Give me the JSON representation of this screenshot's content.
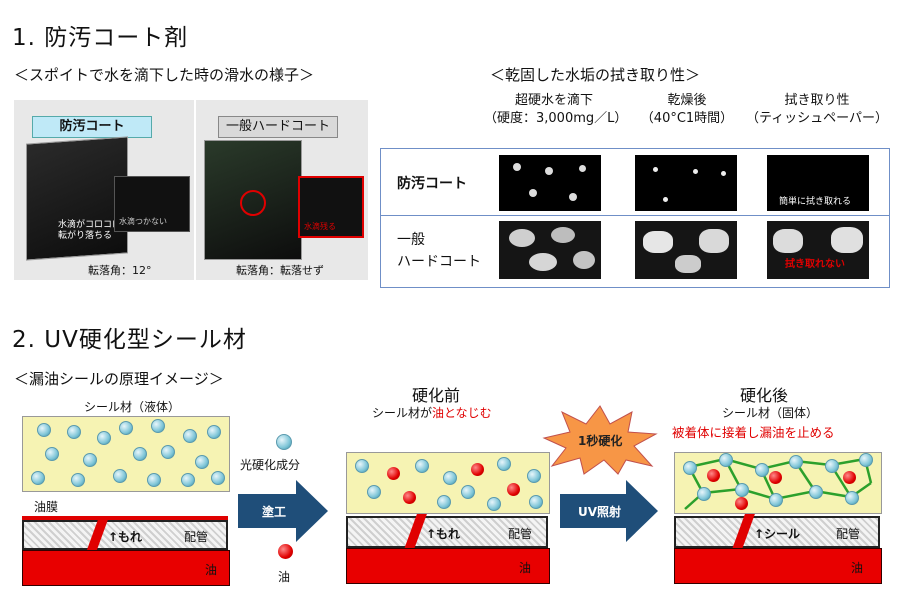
{
  "section1": {
    "title": "1. 防汚コート剤",
    "left_subtitle": "＜スポイトで水を滴下した時の滑水の様子＞",
    "right_subtitle": "＜乾固した水垢の拭き取り性＞",
    "photo_left": {
      "label": "防汚コート",
      "caption": "転落角：12°",
      "note": "水滴がコロコロ転がり落ちる",
      "inset": "水滴つかない"
    },
    "photo_right": {
      "label": "一般ハードコート",
      "caption": "転落角：転落せず",
      "inset": "水滴残る"
    },
    "table": {
      "columns": [
        {
          "line1": "超硬水を滴下",
          "line2": "（硬度：3,000mg／L）"
        },
        {
          "line1": "乾燥後",
          "line2": "（40°C1時間）"
        },
        {
          "line1": "拭き取り性",
          "line2": "（ティッシュペーパー）"
        }
      ],
      "rows": [
        {
          "label1": "防汚コート",
          "label2": "",
          "cell3_text": "簡単に拭き取れる"
        },
        {
          "label1": "一般",
          "label2": "ハードコート",
          "cell3_text": "拭き取れない"
        }
      ]
    }
  },
  "section2": {
    "title": "2. UV硬化型シール材",
    "subtitle": "＜漏油シールの原理イメージ＞",
    "panel1": {
      "label": "シール材（液体）",
      "film": "油膜",
      "leak": "↑もれ",
      "pipe": "配管",
      "oil": "油"
    },
    "legend": {
      "particle": "光硬化成分",
      "oil": "油"
    },
    "arrow1": "塗工",
    "panel2": {
      "heading": "硬化前",
      "line_prefix": "シール材が",
      "line_red": "油となじむ",
      "leak": "↑もれ",
      "pipe": "配管",
      "oil": "油"
    },
    "arrow2": "UV照射",
    "burst": "1秒硬化",
    "panel3": {
      "heading": "硬化後",
      "line1": "シール材（固体）",
      "line_red": "被着体に接着し漏油を止める",
      "seal": "↑シール",
      "pipe": "配管",
      "oil": "油"
    }
  },
  "colors": {
    "accent_blue": "#1f4e79",
    "red": "#e00000",
    "yellow": "#f6f3b3",
    "burst_orange": "#f79646"
  }
}
